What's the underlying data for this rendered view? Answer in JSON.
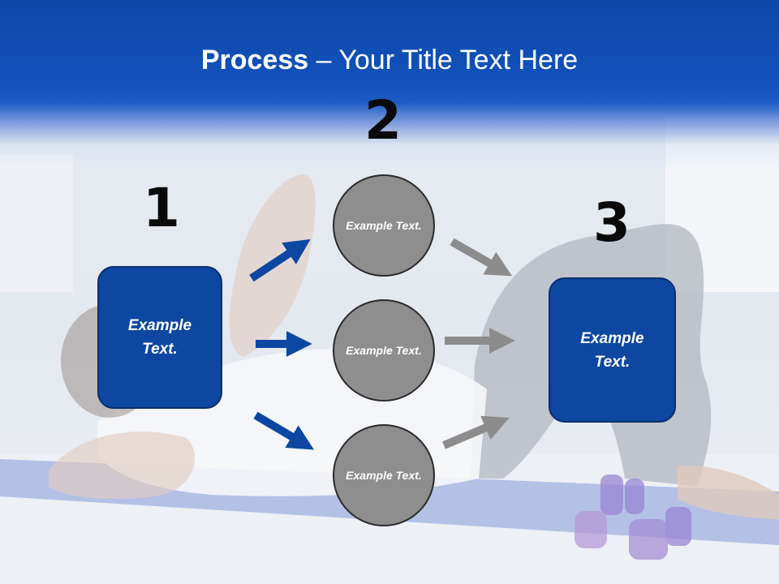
{
  "title": {
    "bold": "Process",
    "rest": " – Your Title Text Here"
  },
  "steps": {
    "one": {
      "number": "1",
      "text": "Example Text."
    },
    "two": {
      "number": "2",
      "items": [
        "Example Text.",
        "Example Text.",
        "Example Text."
      ]
    },
    "three": {
      "number": "3",
      "text": "Example Text."
    }
  },
  "colors": {
    "header": "#0d48a8",
    "box": "#0d47a1",
    "circle": "#8e8e8e",
    "arrow_blue": "#0d47a1",
    "arrow_gray": "#8c8c8c"
  },
  "background": "faded photo of a woman doing a floor exercise on a blue mat with purple dumbbells"
}
